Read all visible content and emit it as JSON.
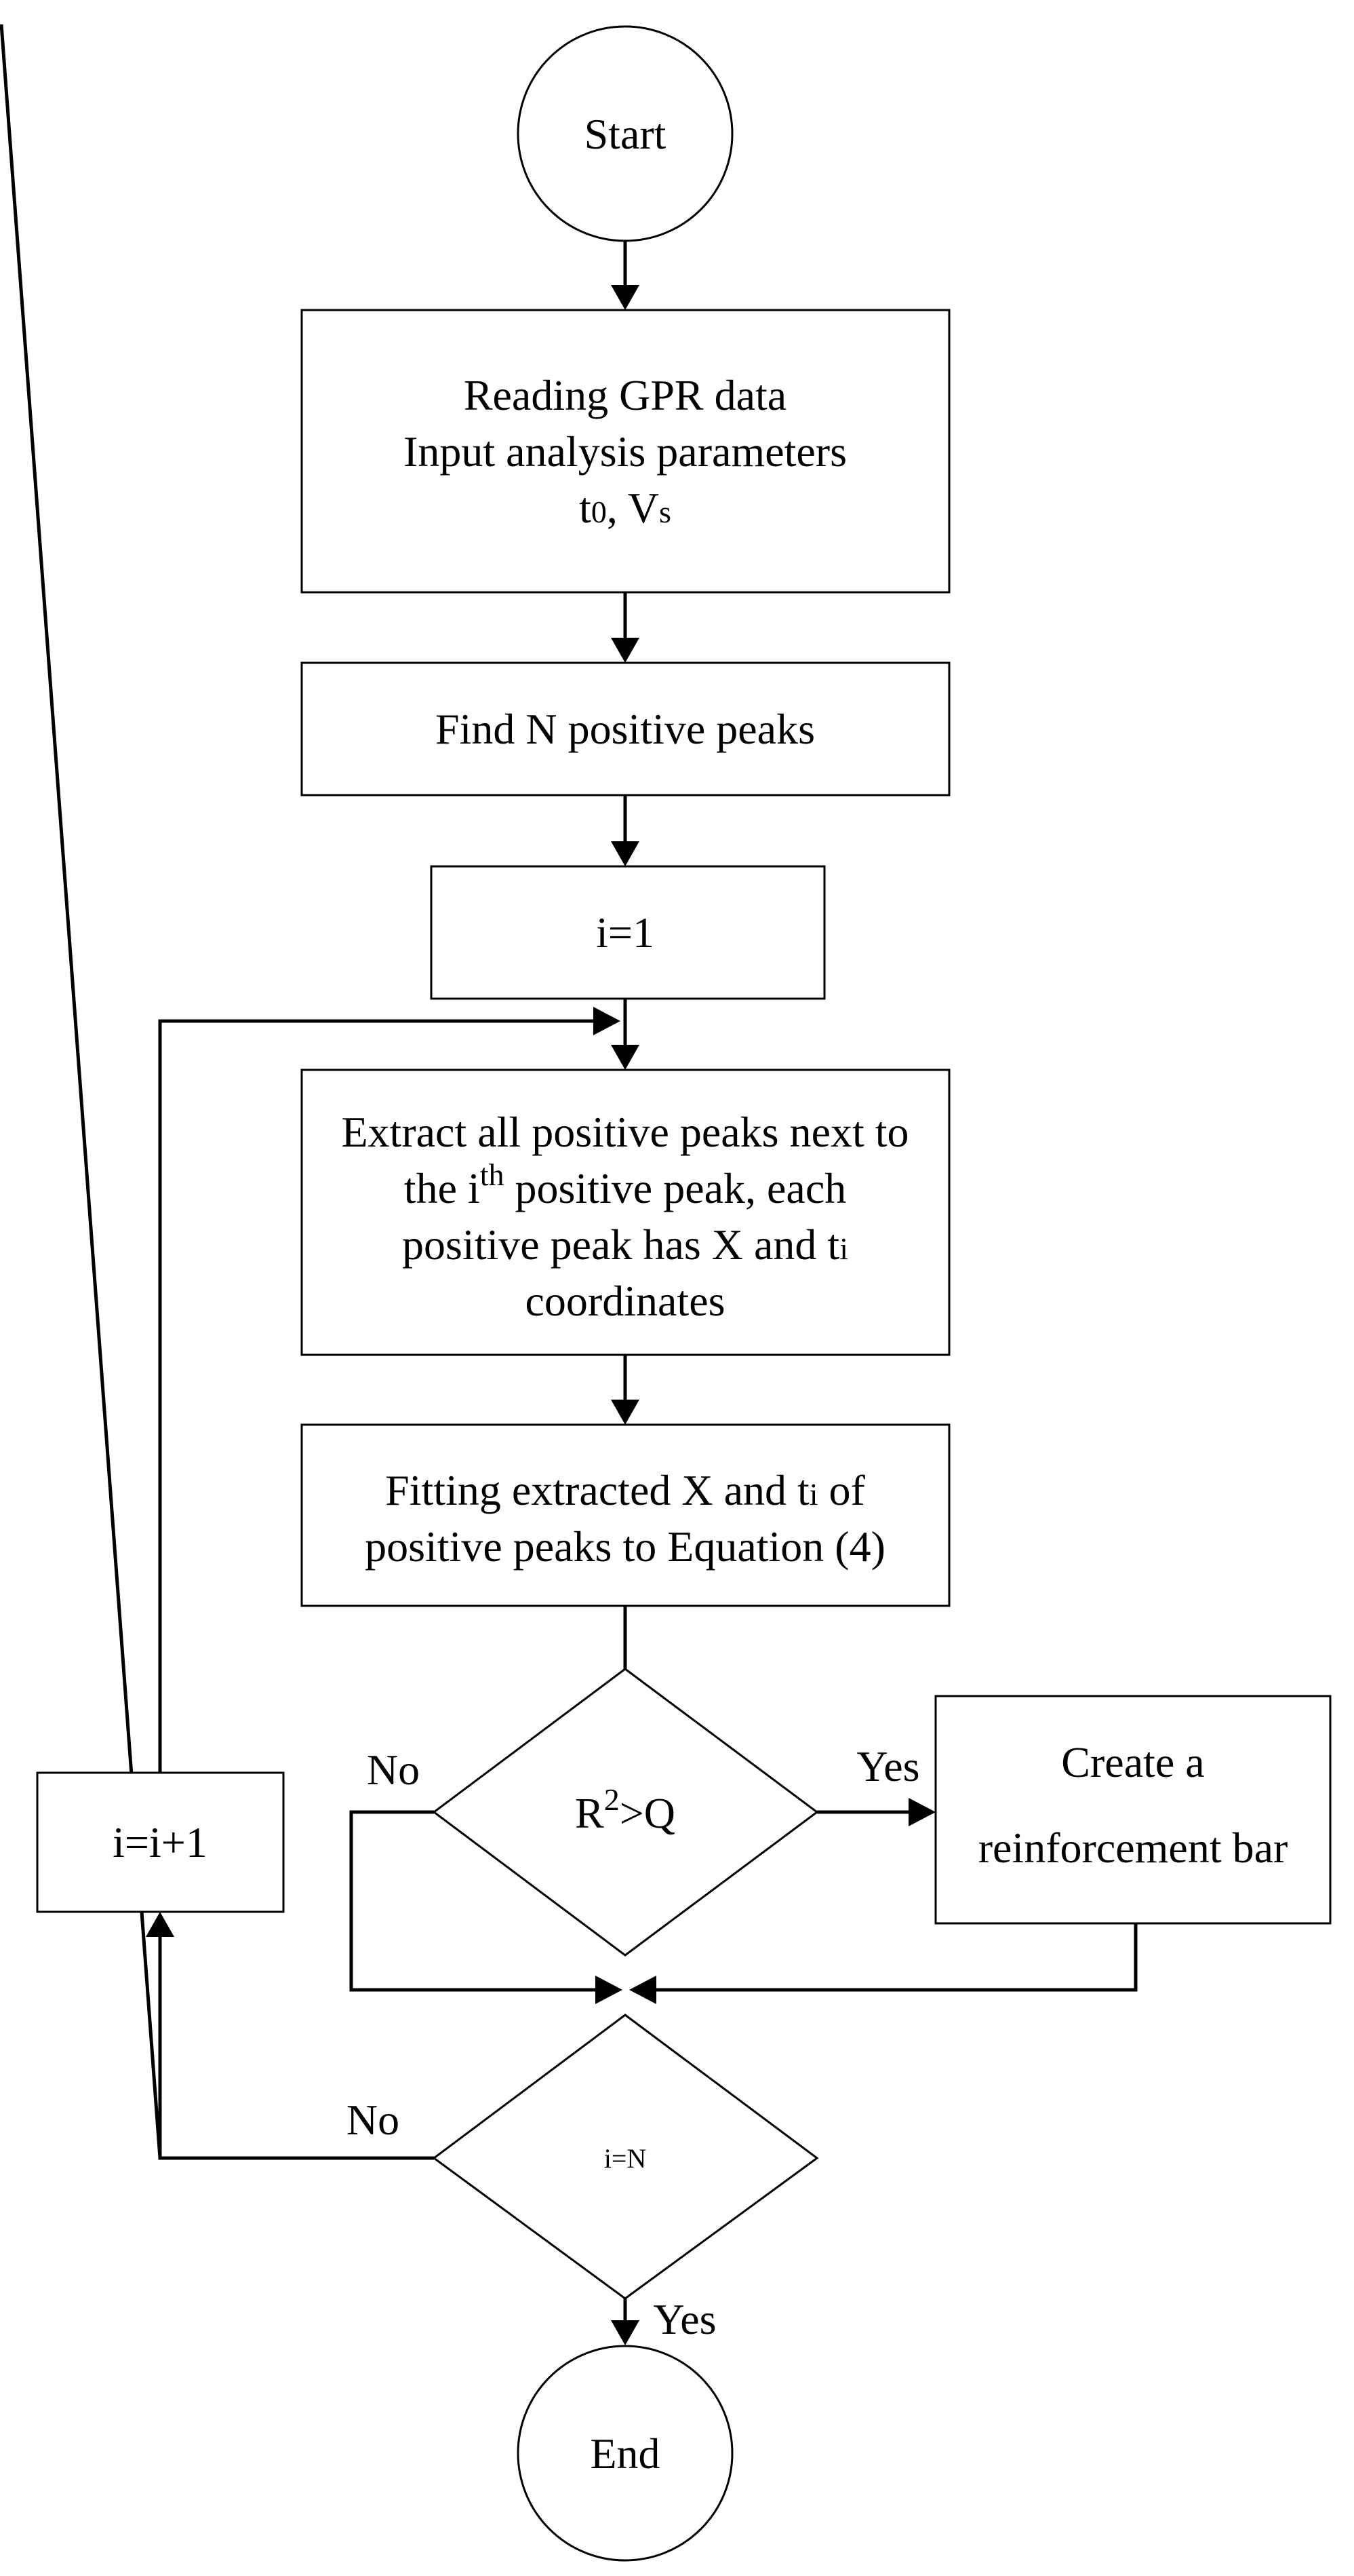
{
  "nodes": {
    "start": "Start",
    "read": {
      "line1": "Reading GPR data",
      "line2": "Input analysis parameters",
      "t": "t",
      "t_sub": "0",
      "sep": ", V",
      "v_sub": "s"
    },
    "find": "Find N positive peaks",
    "init": "i=1",
    "extract": {
      "line1": "Extract all positive peaks next to",
      "line2_pre": "the i",
      "line2_sup": "th",
      "line2_post": " positive peak, each",
      "line3_pre": "positive peak has X and t",
      "line3_sub": "i",
      "line4": "coordinates"
    },
    "fit": {
      "line1_pre": "Fitting extracted X and t",
      "line1_sub": "i",
      "line1_post": " of",
      "line2": "positive peaks  to Equation (4)"
    },
    "decision_r2": {
      "pre": "R",
      "sup": "2",
      "post": ">Q"
    },
    "create": {
      "line1": "Create a",
      "line2": "reinforcement bar"
    },
    "increment": "i=i+1",
    "decision_n": "i=N",
    "end": "End"
  },
  "edges": {
    "r2_yes": "Yes",
    "r2_no": "No",
    "n_no": "No",
    "n_yes": "Yes"
  }
}
